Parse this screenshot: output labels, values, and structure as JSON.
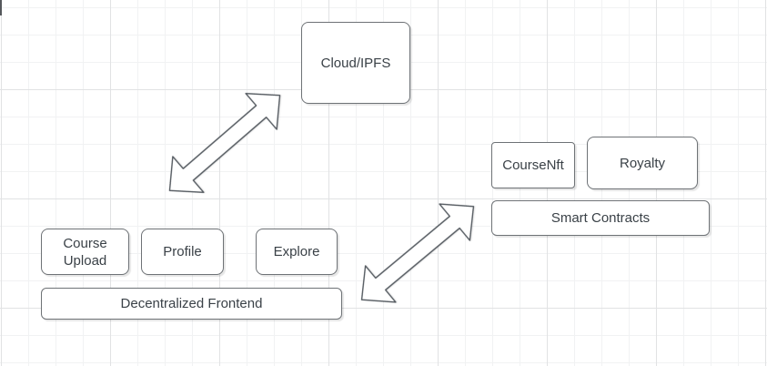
{
  "diagram": {
    "nodes": {
      "cloud_ipfs": {
        "label": "Cloud/IPFS"
      },
      "course_nft": {
        "label": "CourseNft"
      },
      "royalty": {
        "label": "Royalty"
      },
      "smart_contracts": {
        "label": "Smart Contracts"
      },
      "course_upload": {
        "label": "Course Upload"
      },
      "profile": {
        "label": "Profile"
      },
      "explore": {
        "label": "Explore"
      },
      "frontend": {
        "label": "Decentralized Frontend"
      }
    },
    "connectors": [
      {
        "name": "frontend-cloud-arrow",
        "type": "double-arrow",
        "from": "Decentralized Frontend",
        "to": "Cloud/IPFS"
      },
      {
        "name": "frontend-contracts-arrow",
        "type": "double-arrow",
        "from": "Decentralized Frontend",
        "to": "Smart Contracts"
      }
    ],
    "colors": {
      "background": "#ffffff",
      "grid_minor": "#f1f2f3",
      "grid_major": "#e1e2e4",
      "node_fill": "#ffffff",
      "node_border": "#6e7276",
      "node_text": "#3a4147",
      "arrow_stroke": "#53595f",
      "arrow_fill": "#ffffff"
    }
  }
}
